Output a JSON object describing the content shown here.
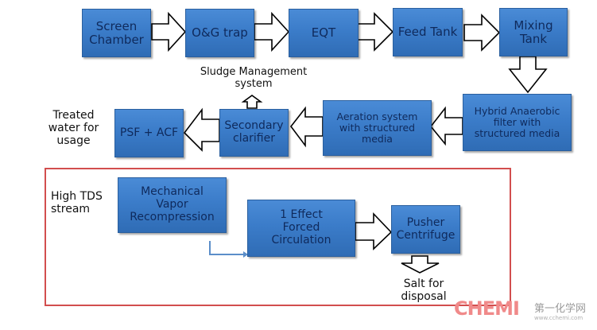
{
  "diagram": {
    "title": "",
    "nodes": {
      "screen_chamber": "Screen Chamber",
      "og_trap": "O&G trap",
      "eqt": "EQT",
      "feed_tank": "Feed Tank",
      "mixing_tank": "Mixing Tank",
      "hybrid_filter": "Hybrid Anaerobic filter with structured media",
      "aeration": "Aeration system with structured media",
      "secondary_clarifier": "Secondary clarifier",
      "psf_acf": "PSF + ACF",
      "mvr": "Mechanical Vapor Recompression",
      "forced_circulation": "1 Effect Forced Circulation",
      "pusher_centrifuge": "Pusher Centrifuge"
    },
    "node_lines": {
      "screen_chamber": [
        "Screen",
        "Chamber"
      ],
      "og_trap": [
        "O&G trap"
      ],
      "eqt": [
        "EQT"
      ],
      "feed_tank": [
        "Feed Tank"
      ],
      "mixing_tank": [
        "Mixing",
        "Tank"
      ],
      "hybrid_filter": [
        "Hybrid Anaerobic",
        "filter with",
        "structured media"
      ],
      "aeration": [
        "Aeration system",
        "with structured",
        "media"
      ],
      "secondary_clarifier": [
        "Secondary",
        "clarifier"
      ],
      "psf_acf": [
        "PSF + ACF"
      ],
      "mvr": [
        "Mechanical",
        "Vapor",
        "Recompression"
      ],
      "forced_circulation": [
        "1 Effect",
        "Forced",
        "Circulation"
      ],
      "pusher_centrifuge": [
        "Pusher",
        "Centrifuge"
      ]
    },
    "labels": {
      "sludge": [
        "Sludge Management",
        "system"
      ],
      "treated_water": [
        "Treated",
        "water for",
        "usage"
      ],
      "high_tds": [
        "High TDS",
        "stream"
      ],
      "salt": [
        "Salt for",
        "disposal"
      ]
    },
    "edges": [
      {
        "from": "Screen Chamber",
        "to": "O&G trap"
      },
      {
        "from": "O&G trap",
        "to": "EQT"
      },
      {
        "from": "EQT",
        "to": "Feed Tank"
      },
      {
        "from": "Feed Tank",
        "to": "Mixing Tank"
      },
      {
        "from": "Mixing Tank",
        "to": "Hybrid Anaerobic filter with structured media"
      },
      {
        "from": "Hybrid Anaerobic filter with structured media",
        "to": "Aeration system with structured media"
      },
      {
        "from": "Aeration system with structured media",
        "to": "Secondary clarifier"
      },
      {
        "from": "Secondary clarifier",
        "to": "PSF + ACF"
      },
      {
        "from": "Secondary clarifier",
        "to": "Sludge Management system"
      },
      {
        "from": "Mechanical Vapor Recompression",
        "to": "1 Effect Forced Circulation"
      },
      {
        "from": "1 Effect Forced Circulation",
        "to": "Pusher Centrifuge"
      },
      {
        "from": "Pusher Centrifuge",
        "to": "Salt for disposal"
      }
    ],
    "colors": {
      "box_fill": "#3b7cc9",
      "box_text": "#0f2a5c",
      "frame": "#d24e4e",
      "connector": "#5b8ec9"
    }
  },
  "watermark": {
    "brand": "CHEMI",
    "cn": "第一化学网",
    "url": "www.cchemi.com"
  }
}
